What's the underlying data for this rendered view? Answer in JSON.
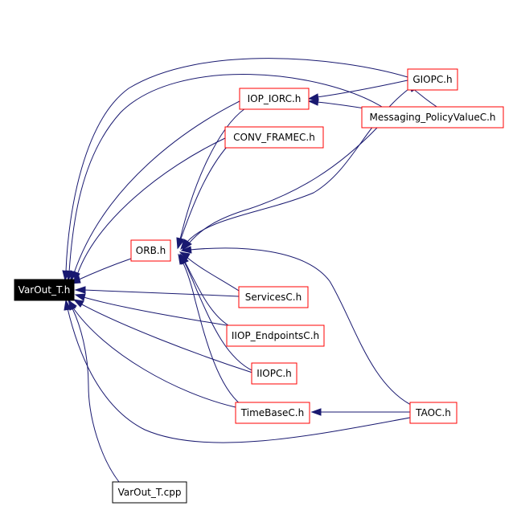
{
  "graph": {
    "nodes": {
      "varout_t_h": "VarOut_T.h",
      "orb_h": "ORB.h",
      "iop_iorc_h": "IOP_IORC.h",
      "conv_framec_h": "CONV_FRAMEC.h",
      "giopc_h": "GIOPC.h",
      "messaging_policyvaluec_h": "Messaging_PolicyValueC.h",
      "servicesc_h": "ServicesC.h",
      "iiop_endpointsc_h": "IIOP_EndpointsC.h",
      "iiopc_h": "IIOPC.h",
      "timebasec_h": "TimeBaseC.h",
      "taoc_h": "TAOC.h",
      "varout_t_cpp": "VarOut_T.cpp"
    },
    "colors": {
      "edge": "#191970",
      "node_border": "#ff0000",
      "file_border": "#000000",
      "root_fill": "#000000",
      "root_text": "#ffffff"
    }
  }
}
